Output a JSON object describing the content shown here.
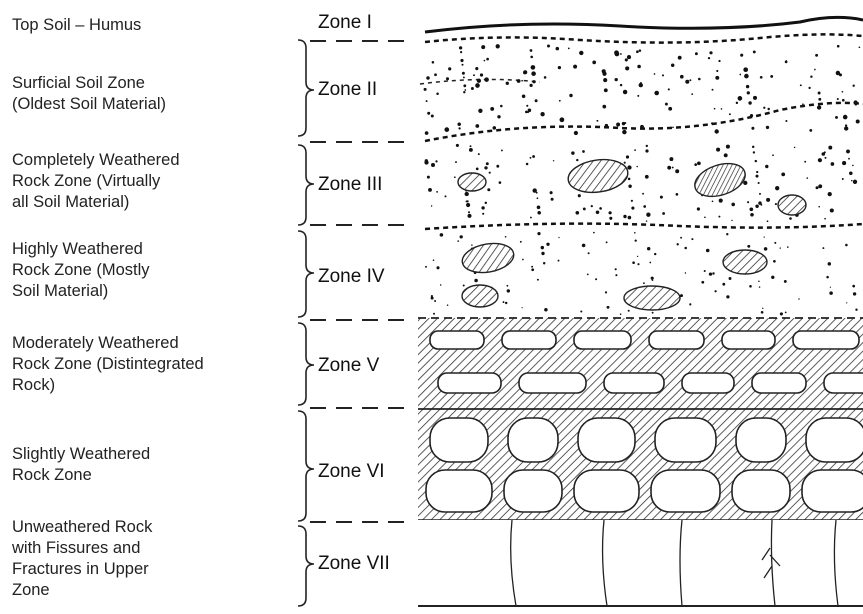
{
  "zones": [
    {
      "id": "I",
      "label": "Zone I",
      "description": "Top Soil – Humus"
    },
    {
      "id": "II",
      "label": "Zone II",
      "description": "Surficial Soil Zone\n(Oldest Soil Material)"
    },
    {
      "id": "III",
      "label": "Zone III",
      "description": "Completely Weathered\nRock Zone (Virtually\nall Soil Material)"
    },
    {
      "id": "IV",
      "label": "Zone IV",
      "description": "Highly Weathered\nRock Zone (Mostly\nSoil Material)"
    },
    {
      "id": "V",
      "label": "Zone V",
      "description": "Moderately Weathered\nRock Zone (Distintegrated\nRock)"
    },
    {
      "id": "VI",
      "label": "Zone VI",
      "description": "Slightly Weathered\nRock Zone"
    },
    {
      "id": "VII",
      "label": "Zone VII",
      "description": "Unweathered Rock\nwith Fissures and\nFractures in Upper\nZone"
    }
  ]
}
